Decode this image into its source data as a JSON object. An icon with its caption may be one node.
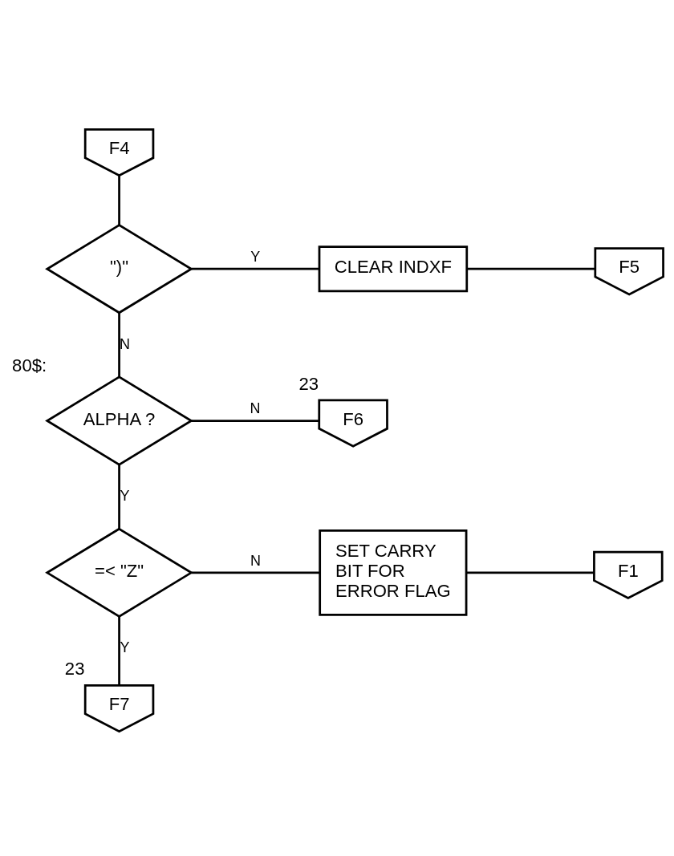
{
  "diagram": {
    "nodes": [
      {
        "text": [
          "F4"
        ]
      },
      {
        "text": [
          "\")\""
        ]
      },
      {
        "text": [
          "CLEAR INDXF"
        ]
      },
      {
        "text": [
          "F5"
        ]
      },
      {
        "text": [
          "ALPHA ?"
        ],
        "beside": [
          "80$:"
        ]
      },
      {
        "text": [
          "F6"
        ],
        "beside": [
          "23"
        ]
      },
      {
        "text": [
          "=< \"Z\""
        ]
      },
      {
        "text": [
          "SET CARRY BIT FOR ERROR FLAG"
        ]
      },
      {
        "text": [
          "F1"
        ]
      },
      {
        "text": [
          "F7"
        ],
        "beside": [
          "23"
        ]
      }
    ],
    "edges": [
      {
        "from": 0,
        "to": 1,
        "arrow": "none"
      },
      {
        "from": 1,
        "to": 2,
        "arrow": "none",
        "label": "Y"
      },
      {
        "from": 2,
        "to": 3,
        "arrow": "none"
      },
      {
        "from": 1,
        "to": 4,
        "arrow": "none",
        "label": "N"
      },
      {
        "from": 4,
        "to": 5,
        "arrow": "none",
        "label": "N"
      },
      {
        "from": 4,
        "to": 6,
        "arrow": "none",
        "label": "Y"
      },
      {
        "from": 6,
        "to": 7,
        "arrow": "none",
        "label": "N"
      },
      {
        "from": 7,
        "to": 8,
        "arrow": "none"
      },
      {
        "from": 6,
        "to": 9,
        "arrow": "none",
        "label": "Y"
      }
    ]
  }
}
